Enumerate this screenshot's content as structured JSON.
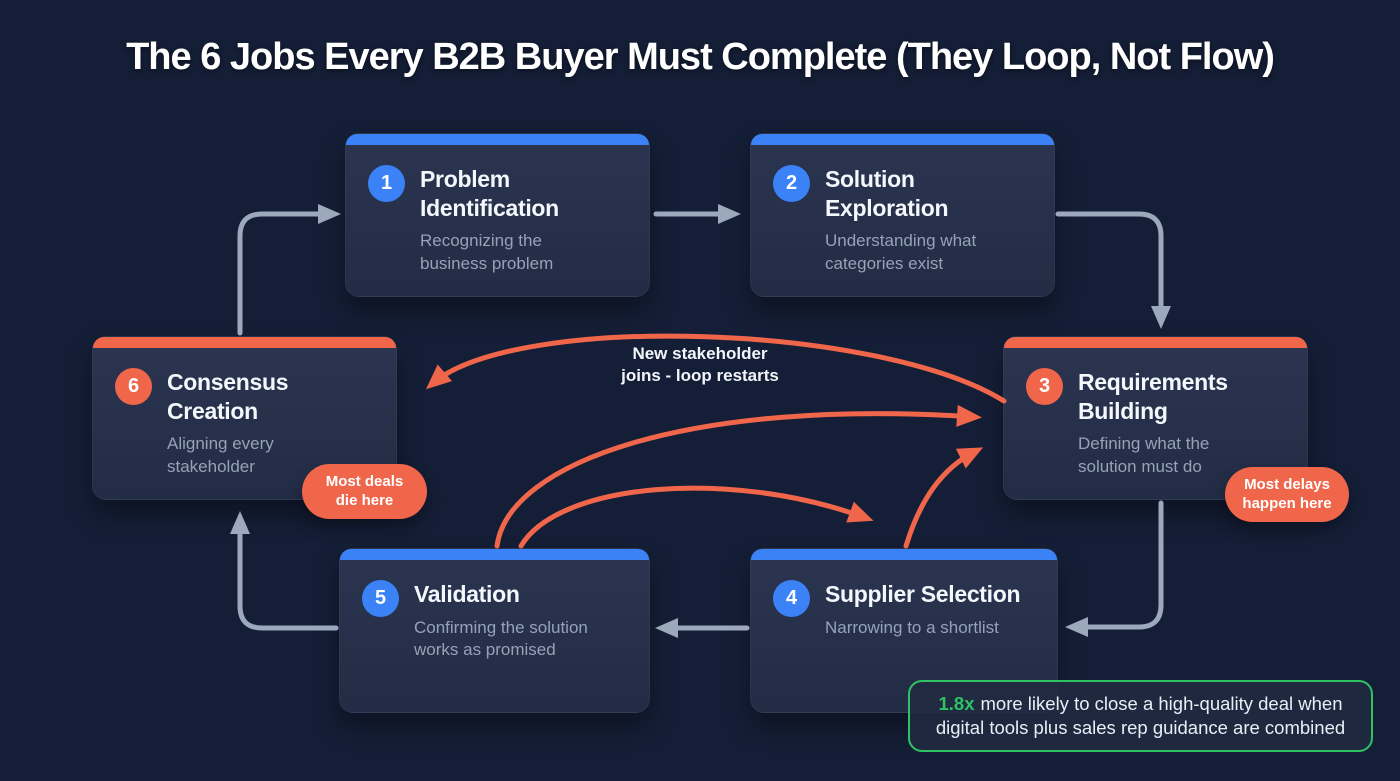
{
  "title": "The 6 Jobs Every B2B Buyer Must Complete (They Loop, Not Flow)",
  "colors": {
    "background": "#141e36",
    "card": "#273149",
    "blue": "#3b82f6",
    "orange": "#f0664a",
    "gray_arrow": "#9ca8bc",
    "green": "#2fc263",
    "title_text": "#ffffff",
    "subtitle_text": "#96a2b8"
  },
  "cards": [
    {
      "number": "1",
      "title": "Problem Identification",
      "subtitle": "Recognizing the business problem",
      "accent": "blue"
    },
    {
      "number": "2",
      "title": "Solution Exploration",
      "subtitle": "Understanding what categories exist",
      "accent": "blue"
    },
    {
      "number": "3",
      "title": "Requirements Building",
      "subtitle": "Defining what the solution must do",
      "accent": "orange"
    },
    {
      "number": "4",
      "title": "Supplier Selection",
      "subtitle": "Narrowing to a shortlist",
      "accent": "blue"
    },
    {
      "number": "5",
      "title": "Validation",
      "subtitle": "Confirming the solution works as promised",
      "accent": "blue"
    },
    {
      "number": "6",
      "title": "Consensus Creation",
      "subtitle": "Aligning every stakeholder",
      "accent": "orange"
    }
  ],
  "loop_note_lines": [
    "New stakeholder",
    "joins - loop restarts"
  ],
  "badges": {
    "deals": "Most deals die here",
    "delays": "Most delays happen here"
  },
  "stat": {
    "highlight": "1.8x",
    "text": "more likely to close a high-quality deal when digital tools plus sales rep guidance are combined"
  }
}
